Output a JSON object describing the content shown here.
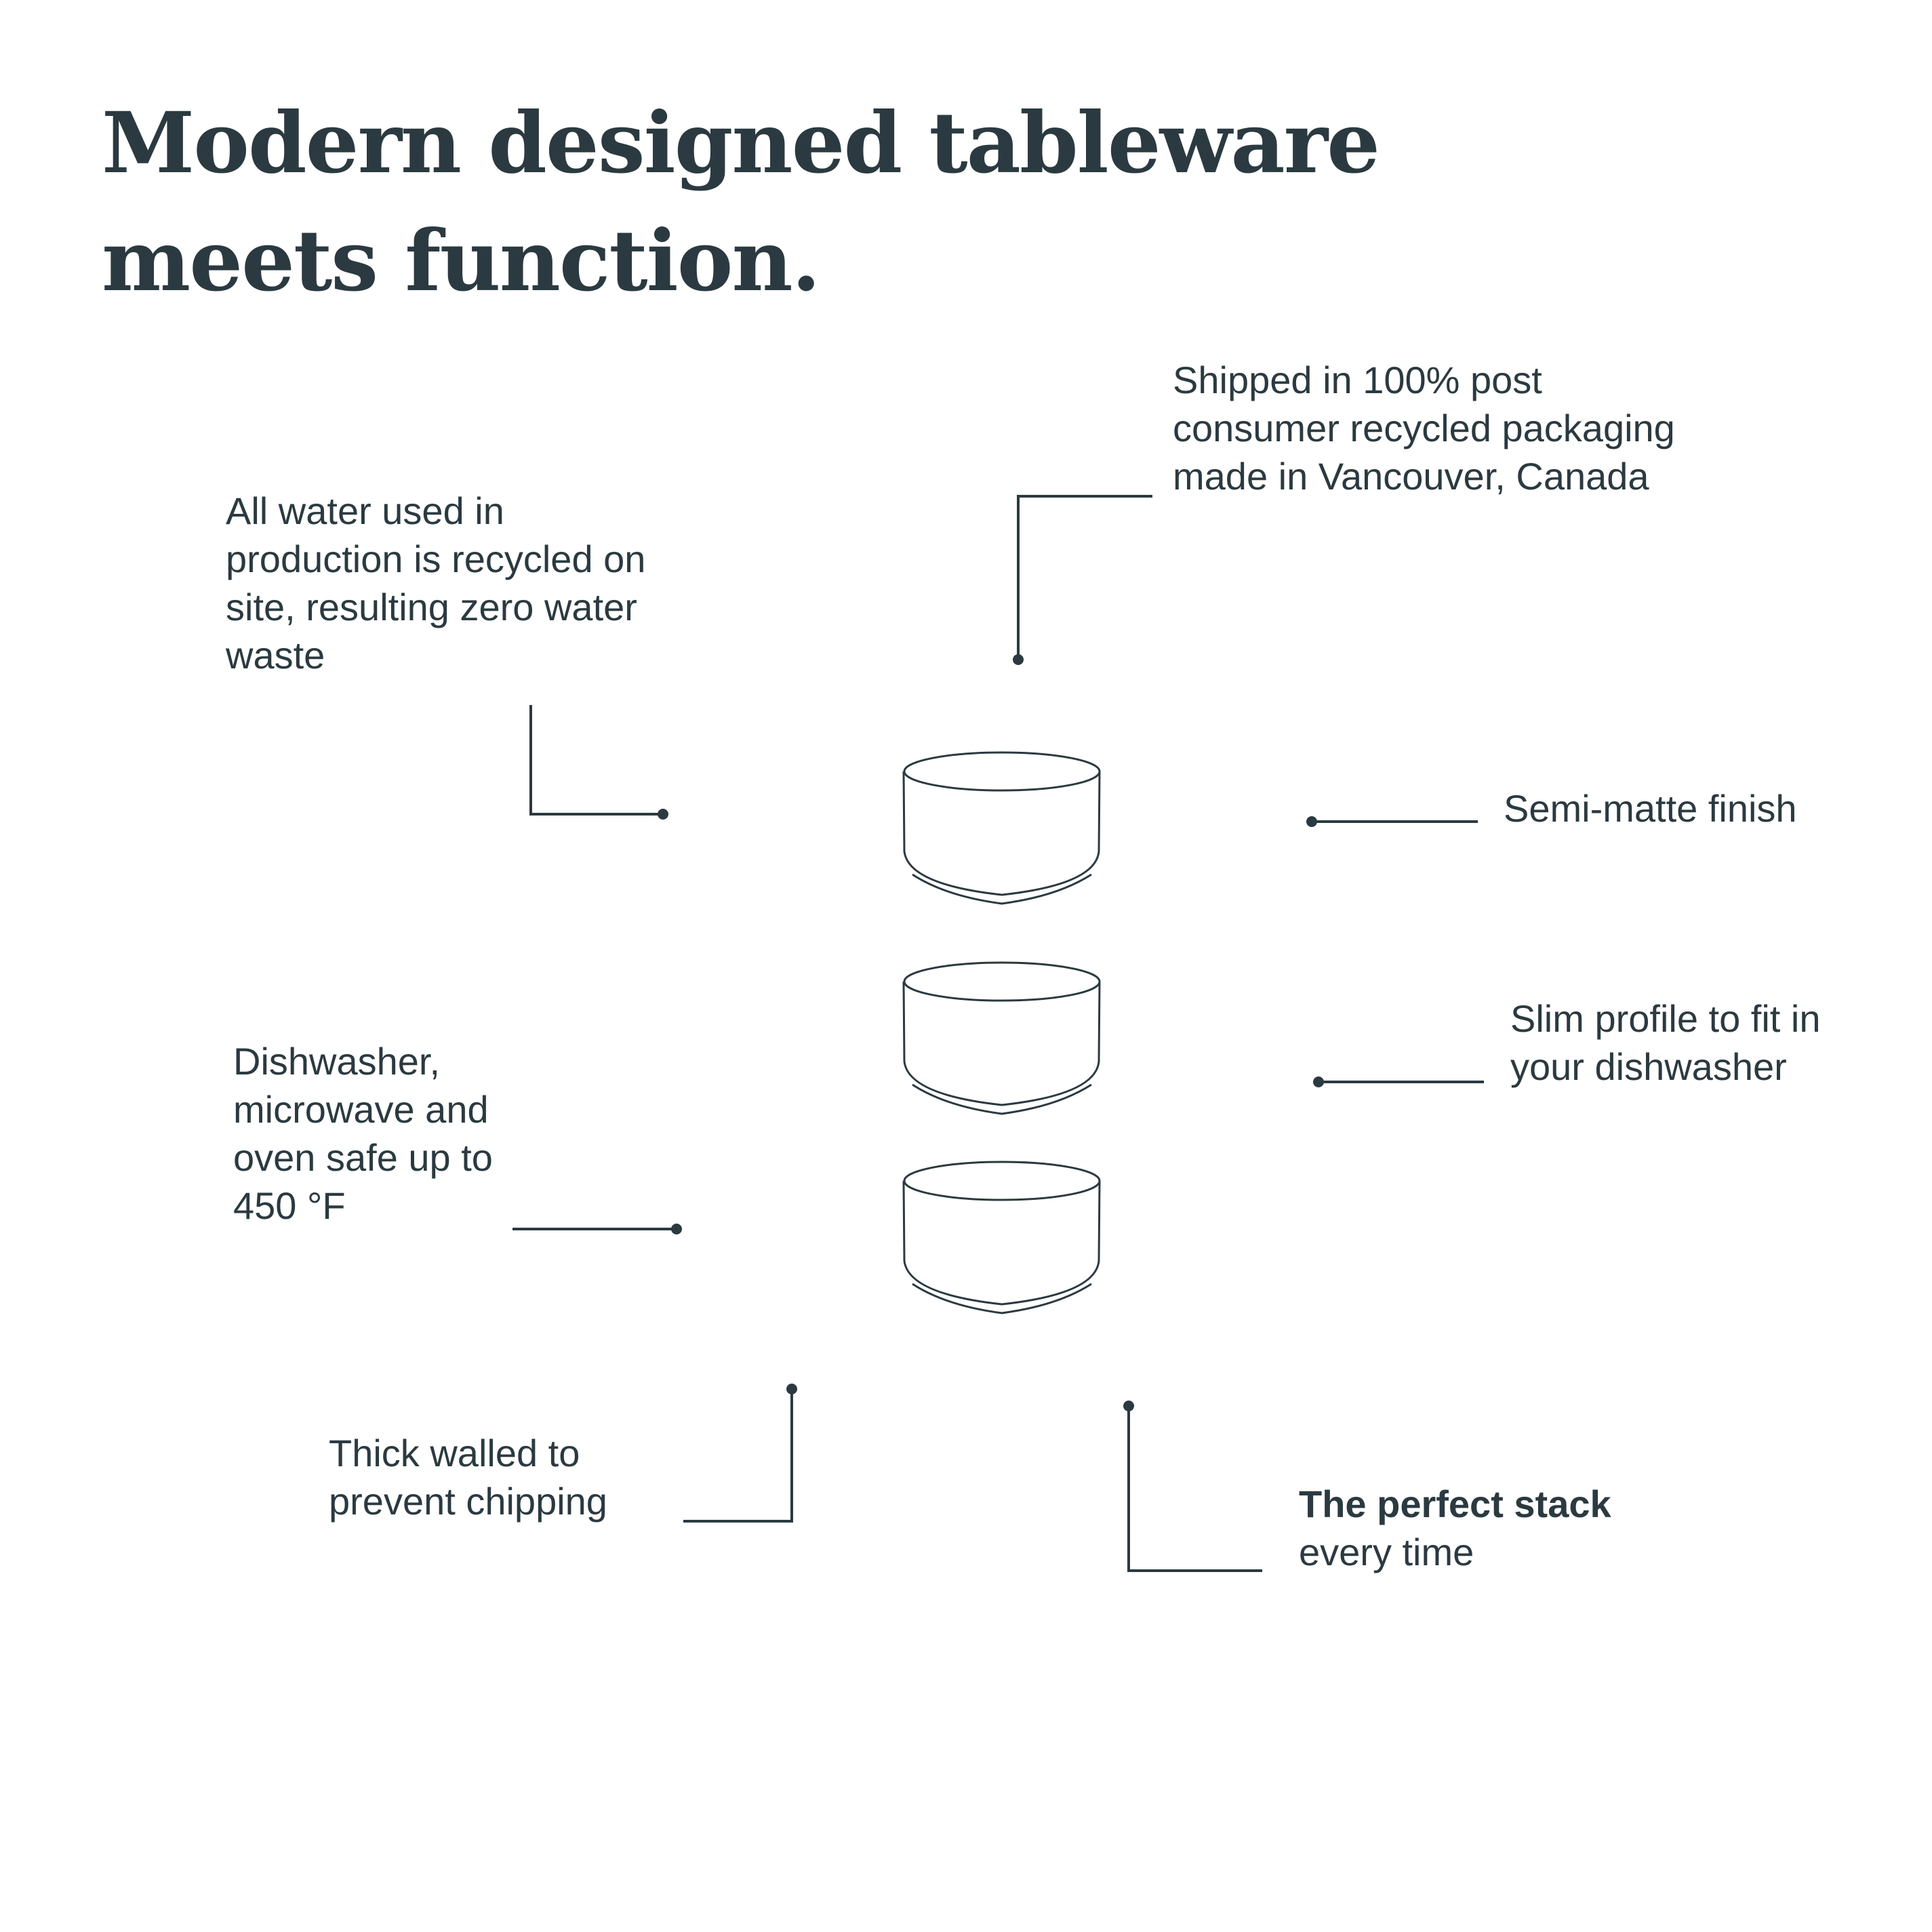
{
  "headline": {
    "line1": "Modern designed tableware",
    "line2": "meets function."
  },
  "callouts": {
    "packaging": {
      "lines": [
        "Shipped in 100% post",
        "consumer recycled packaging",
        "made in Vancouver, Canada"
      ]
    },
    "water": {
      "lines": [
        "All water used in",
        "production is recycled on",
        "site, resulting zero water",
        "waste"
      ]
    },
    "finish": {
      "lines": [
        "Semi-matte finish"
      ]
    },
    "profile": {
      "lines": [
        "Slim profile to fit in",
        "your dishwasher"
      ]
    },
    "safety": {
      "lines": [
        "Dishwasher,",
        "microwave and",
        "oven safe up to",
        "450 °F"
      ]
    },
    "walls": {
      "lines": [
        "Thick walled to",
        "prevent chipping"
      ]
    },
    "stack": {
      "bold": "The perfect stack",
      "lines": [
        "every time"
      ]
    }
  },
  "illustration": {
    "bowls": [
      "bowl-top",
      "bowl-middle",
      "bowl-bottom"
    ],
    "line_color": "#2b3a40",
    "background": "#ffffff"
  }
}
